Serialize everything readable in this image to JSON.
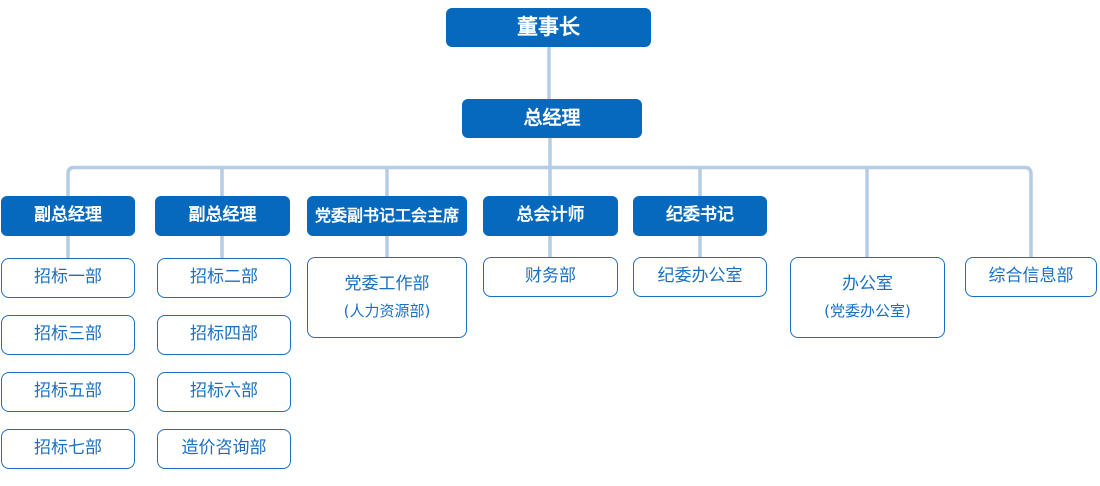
{
  "org": {
    "chairman": "董事长",
    "general_manager": "总经理",
    "branches": [
      {
        "head": "副总经理",
        "children": [
          {
            "line1": "招标一部"
          },
          {
            "line1": "招标三部"
          },
          {
            "line1": "招标五部"
          },
          {
            "line1": "招标七部"
          }
        ]
      },
      {
        "head": "副总经理",
        "children": [
          {
            "line1": "招标二部"
          },
          {
            "line1": "招标四部"
          },
          {
            "line1": "招标六部"
          },
          {
            "line1": "造价咨询部"
          }
        ]
      },
      {
        "head": "党委副书记工会主席",
        "children": [
          {
            "line1": "党委工作部",
            "line2": "(人力资源部)"
          }
        ]
      },
      {
        "head": "总会计师",
        "children": [
          {
            "line1": "财务部"
          }
        ]
      },
      {
        "head": "纪委书记",
        "children": [
          {
            "line1": "纪委办公室"
          }
        ]
      }
    ],
    "direct_offices": [
      {
        "line1": "办公室",
        "line2": "(党委办公室)"
      },
      {
        "line1": "综合信息部"
      }
    ]
  },
  "colors": {
    "node_fill": "#0669BD",
    "node_text": "#FFFFFF",
    "outline_border": "#1A6FC0",
    "outline_text": "#1A6FC0",
    "connector": "#B5CCE6",
    "background": "#FFFFFF"
  }
}
